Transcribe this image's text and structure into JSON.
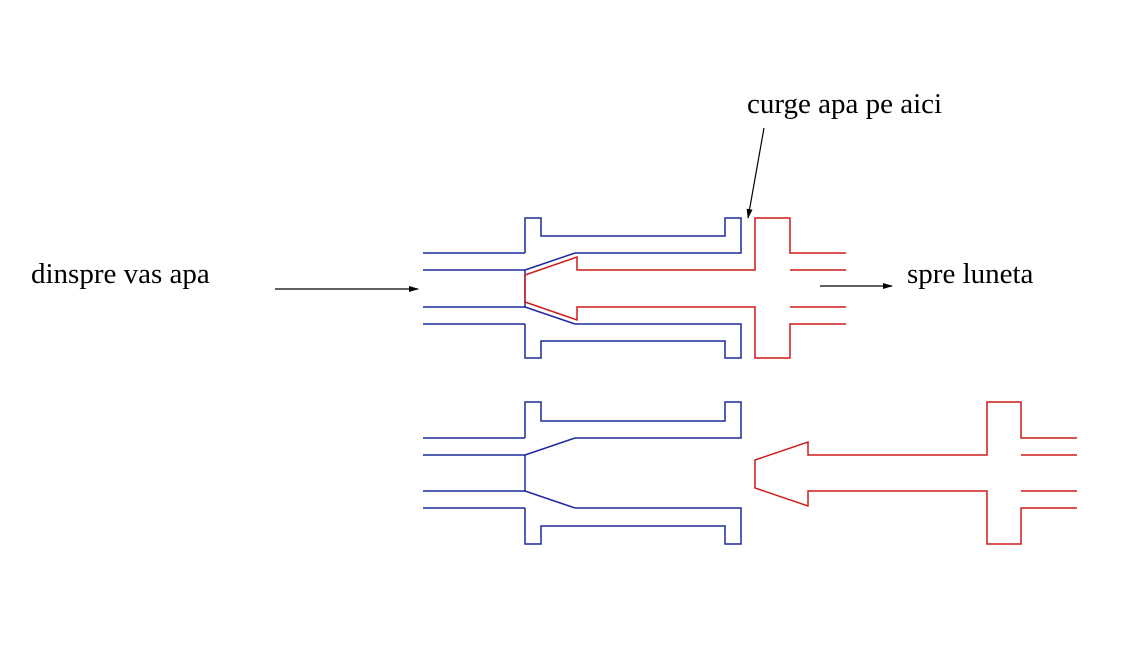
{
  "labels": {
    "source": "dinspre vas apa",
    "destination": "spre luneta",
    "flow_note": "curge apa pe aici"
  },
  "colors": {
    "outer_part": "#1f2a9e",
    "inner_part": "#d01a1a",
    "annotation": "#000000",
    "background": "#ffffff"
  }
}
